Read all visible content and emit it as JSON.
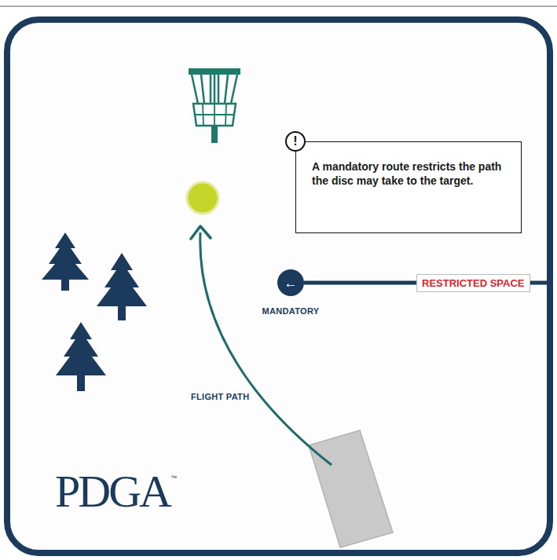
{
  "diagram": {
    "nodes": [
      {
        "text": [
          "!"
        ]
      },
      {
        "text": [
          "A mandatory route restricts the path the disc may take to the target."
        ]
      },
      {
        "text": [
          "←",
          "MANDATORY"
        ]
      },
      {
        "text": [
          "RESTRICTED SPACE"
        ]
      }
    ],
    "edges": [
      {
        "from": 2,
        "to": 3,
        "arrow": "none"
      }
    ],
    "labels": [
      "FLIGHT PATH",
      "PDGA",
      "™"
    ]
  }
}
